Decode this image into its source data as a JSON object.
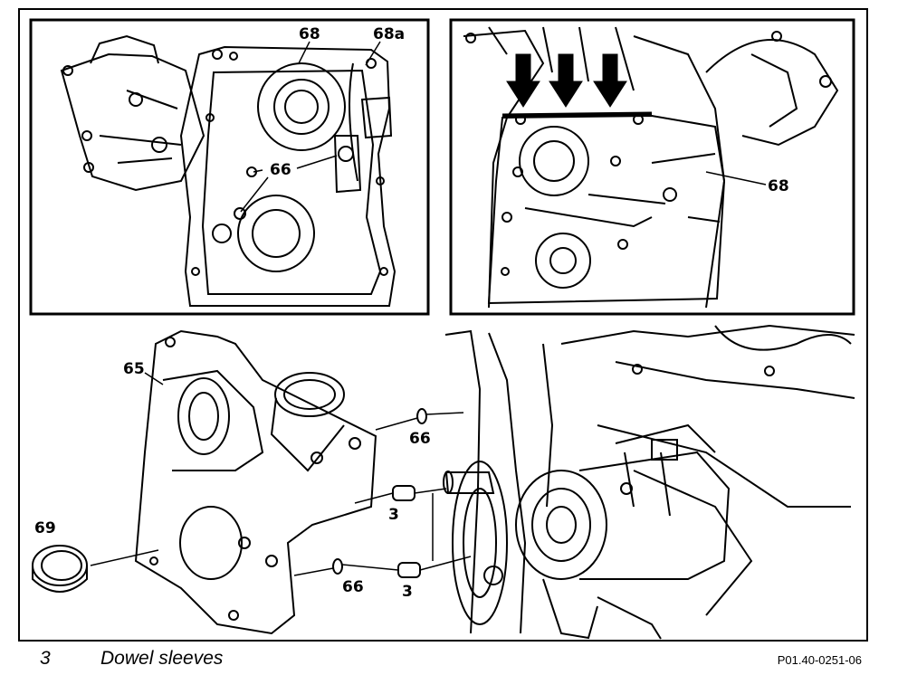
{
  "callouts": {
    "top_left_68": "68",
    "top_left_68a": "68a",
    "top_left_66": "66",
    "top_right_68": "68",
    "bottom_65": "65",
    "bottom_66_upper": "66",
    "bottom_3_upper": "3",
    "bottom_69": "69",
    "bottom_66_lower": "66",
    "bottom_3_lower": "3"
  },
  "legend": {
    "item_number": "3",
    "item_text": "Dowel sleeves"
  },
  "figure_id": "P01.40-0251-06"
}
